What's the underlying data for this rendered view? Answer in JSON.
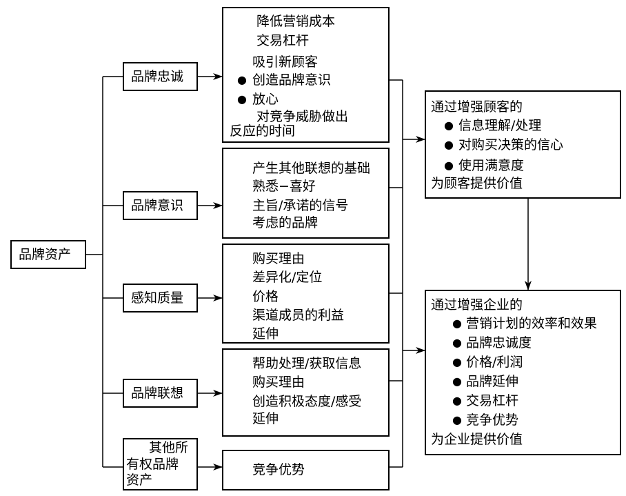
{
  "root": {
    "label": "品牌资产"
  },
  "categories": [
    {
      "label": "品牌忠诚"
    },
    {
      "label": "品牌意识"
    },
    {
      "label": "感知质量"
    },
    {
      "label": "品牌联想"
    },
    {
      "lines": [
        "其他所",
        "有权品牌",
        "资产"
      ]
    }
  ],
  "benefit_lists": [
    {
      "items": [
        "降低营销成本",
        "交易杠杆",
        "吸引新顾客",
        "创造品牌意识",
        "放心",
        "对竞争威胁做出",
        "反应的时间"
      ]
    },
    {
      "items": [
        "产生其他联想的基础",
        "熟悉−喜好",
        "主旨/承诺的信号",
        "考虑的品牌"
      ]
    },
    {
      "items": [
        "购买理由",
        "差异化/定位",
        "价格",
        "渠道成员的利益",
        "延伸"
      ]
    },
    {
      "items": [
        "帮助处理/获取信息",
        "购买理由",
        "创造积极态度/感受",
        "延伸"
      ]
    },
    {
      "items": [
        "竞争优势"
      ]
    }
  ],
  "customer_value": {
    "heading": "通过增强顾客的",
    "items": [
      "信息理解/处理",
      "对购买决策的信心",
      "使用满意度"
    ],
    "footer": "为顾客提供价值"
  },
  "firm_value": {
    "heading": "通过增强企业的",
    "items": [
      "营销计划的效率和效果",
      "品牌忠诚度",
      "价格/利润",
      "品牌延伸",
      "交易杠杆",
      "竞争优势"
    ],
    "footer": "为企业提供价值"
  }
}
